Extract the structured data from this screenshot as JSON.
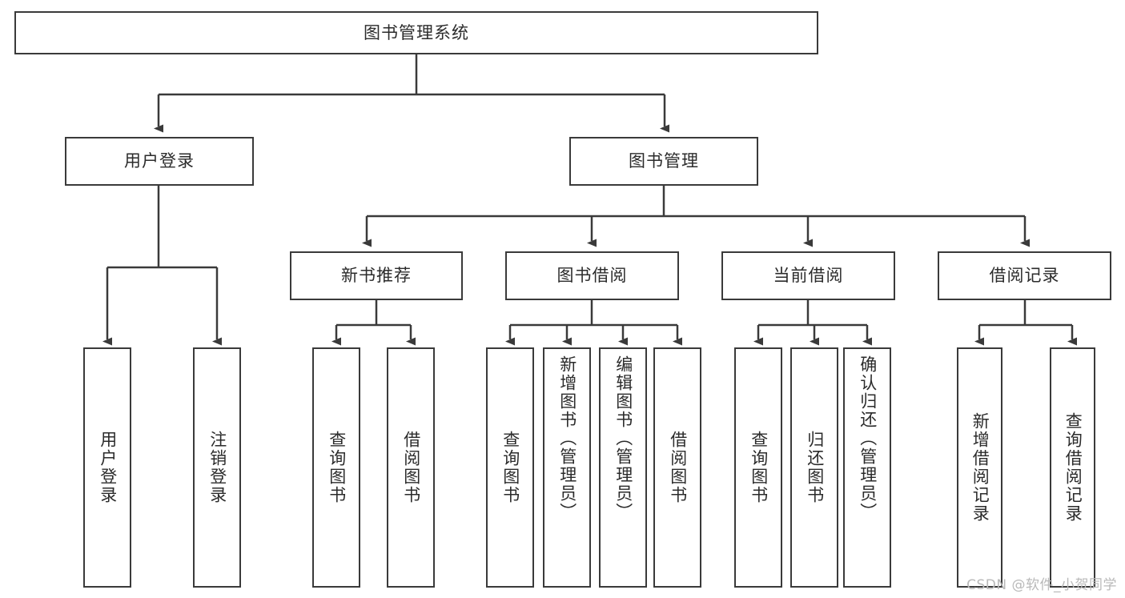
{
  "diagram": {
    "type": "tree",
    "title": "图书管理系统",
    "watermark": "CSDN @软件_小贺同学",
    "colors": {
      "stroke": "#3a3a3a",
      "fill": "#ffffff",
      "text": "#2b2b2b",
      "watermark": "#b9b9b9"
    },
    "nodes": {
      "root": "图书管理系统",
      "level2": [
        "用户登录",
        "图书管理"
      ],
      "level3": [
        "新书推荐",
        "图书借阅",
        "当前借阅",
        "借阅记录"
      ],
      "leaves": {
        "user_login": [
          "用户登录",
          "注销登录"
        ],
        "new_book": [
          "查询图书",
          "借阅图书"
        ],
        "borrow": [
          "查询图书",
          "新增图书（管理员）",
          "编辑图书（管理员）",
          "借阅图书"
        ],
        "current": [
          "查询图书",
          "归还图书",
          "确认归还（管理员）"
        ],
        "record": [
          "新增借阅记录",
          "查询借阅记录"
        ]
      }
    }
  }
}
